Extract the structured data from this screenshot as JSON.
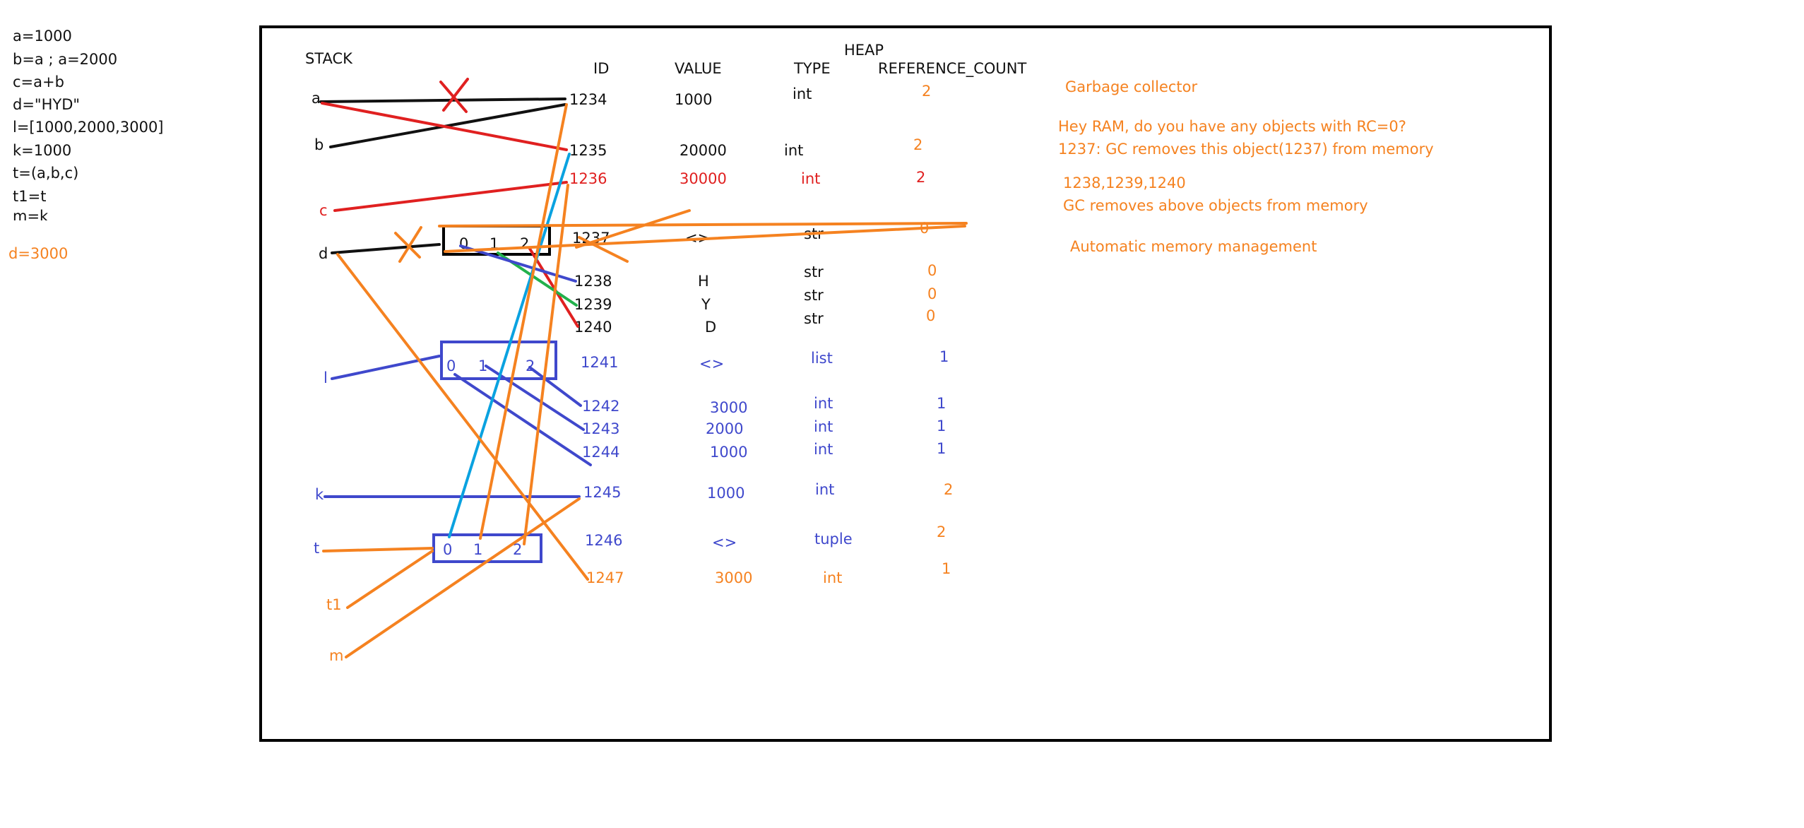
{
  "colors": {
    "black": "#111111",
    "red": "#e02020",
    "orange": "#f58220",
    "blue": "#3f48cc",
    "cyan": "#0aa2e0",
    "green": "#22b14c"
  },
  "code": {
    "lines": [
      "a=1000",
      "b=a ; a=2000",
      "c=a+b",
      "d=\"HYD\"",
      "l=[1000,2000,3000]",
      "k=1000",
      "t=(a,b,c)",
      "t1=t",
      "m=k"
    ],
    "extra": "d=3000"
  },
  "stack": {
    "title": "STACK",
    "vars": [
      "a",
      "b",
      "c",
      "d",
      "l",
      "k",
      "t",
      "t1",
      "m"
    ]
  },
  "heap": {
    "title": "HEAP",
    "headers": {
      "id": "ID",
      "value": "VALUE",
      "type": "TYPE",
      "rc": "REFERENCE_COUNT"
    },
    "rows": [
      {
        "id": "1234",
        "value": "1000",
        "type": "int",
        "rc": "2"
      },
      {
        "id": "1235",
        "value": "20000",
        "type": "int",
        "rc": "2"
      },
      {
        "id": "1236",
        "value": "30000",
        "type": "int",
        "rc": "2"
      },
      {
        "id": "1237",
        "value": "<>",
        "type": "str",
        "rc": "0"
      },
      {
        "id": "1238",
        "value": "H",
        "type": "str",
        "rc": "0"
      },
      {
        "id": "1239",
        "value": "Y",
        "type": "str",
        "rc": "0"
      },
      {
        "id": "1240",
        "value": "D",
        "type": "str",
        "rc": "0"
      },
      {
        "id": "1241",
        "value": "<>",
        "type": "list",
        "rc": "1"
      },
      {
        "id": "1242",
        "value": "3000",
        "type": "int",
        "rc": "1"
      },
      {
        "id": "1243",
        "value": "2000",
        "type": "int",
        "rc": "1"
      },
      {
        "id": "1244",
        "value": "1000",
        "type": "int",
        "rc": "1"
      },
      {
        "id": "1245",
        "value": "1000",
        "type": "int",
        "rc": "2"
      },
      {
        "id": "1246",
        "value": "<>",
        "type": "tuple",
        "rc": "2"
      },
      {
        "id": "1247",
        "value": "3000",
        "type": "int",
        "rc": "1"
      }
    ],
    "index_labels": [
      "0",
      "1",
      "2"
    ]
  },
  "notes": {
    "gc_title": "Garbage collector",
    "question": "Hey RAM, do you have any objects with RC=0?",
    "gc_1237": "1237: GC removes this object(1237) from memory",
    "ids": "1238,1239,1240",
    "gc_above": "GC removes above objects from memory",
    "auto": "Automatic memory management"
  }
}
